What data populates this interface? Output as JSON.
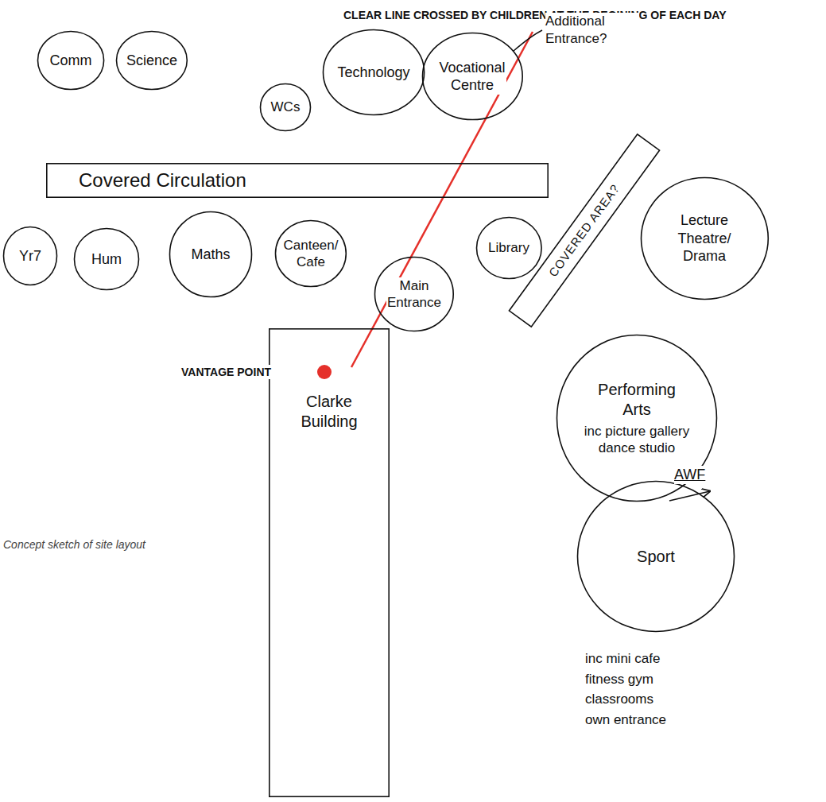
{
  "diagram": {
    "caption": "Concept sketch of site layout",
    "nodes": [
      {
        "text": [
          "Comm"
        ]
      },
      {
        "text": [
          "Science"
        ]
      },
      {
        "text": [
          "Technology"
        ]
      },
      {
        "text": [
          "Vocational Centre"
        ]
      },
      {
        "text": [
          "WCs"
        ]
      },
      {
        "text": [
          "Covered Circulation"
        ]
      },
      {
        "text": [
          "Yr7"
        ]
      },
      {
        "text": [
          "Hum"
        ]
      },
      {
        "text": [
          "Maths"
        ]
      },
      {
        "text": [
          "Canteen/ Cafe"
        ]
      },
      {
        "text": [
          "Library"
        ]
      },
      {
        "text": [
          "COVERED AREA?"
        ]
      },
      {
        "text": [
          "Lecture Theatre/ Drama"
        ]
      },
      {
        "text": [
          "Main Entrance"
        ]
      },
      {
        "text": [
          "Performing Arts",
          "inc picture gallery dance studio"
        ]
      },
      {
        "text": [
          "Clarke Building"
        ]
      },
      {
        "text": [
          "Sport",
          "inc mini cafe fitness gym classrooms own entrance"
        ]
      }
    ],
    "labels": [
      "CLEAR LINE CROSSED BY CHILDREN AT THE BEGINING OF EACH DAY",
      "Additional Entrance?",
      "VANTAGE POINT",
      "AWF"
    ]
  }
}
